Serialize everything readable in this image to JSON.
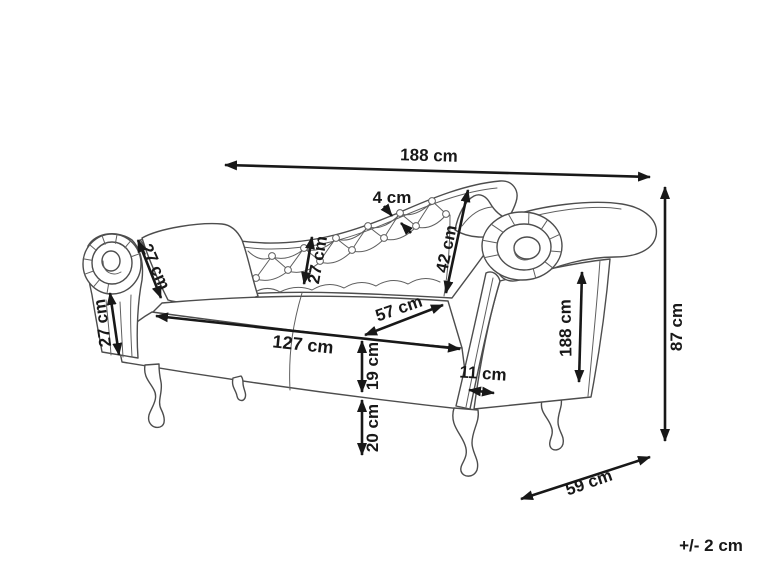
{
  "figure": {
    "kind": "product-dimension-diagram",
    "subject": "chaise-longue-sofa-line-drawing",
    "unit": "cm"
  },
  "dims": {
    "overall_width": "188 cm",
    "piping": "4 cm",
    "bolster": "27 cm",
    "arm_left": "27 cm",
    "backrest_band": "27 cm",
    "backrest": "42 cm",
    "seat_depth": "57 cm",
    "seat_width": "127 cm",
    "seat_front": "19 cm",
    "legs": "20 cm",
    "arm_stile": "11 cm",
    "arm_front": "188 cm",
    "overall_height": "87 cm",
    "overall_depth": "59 cm",
    "tolerance": "+/- 2 cm"
  },
  "colors": {
    "background": "#ffffff",
    "line_art": "#4d4d4d",
    "dimension": "#181818"
  }
}
